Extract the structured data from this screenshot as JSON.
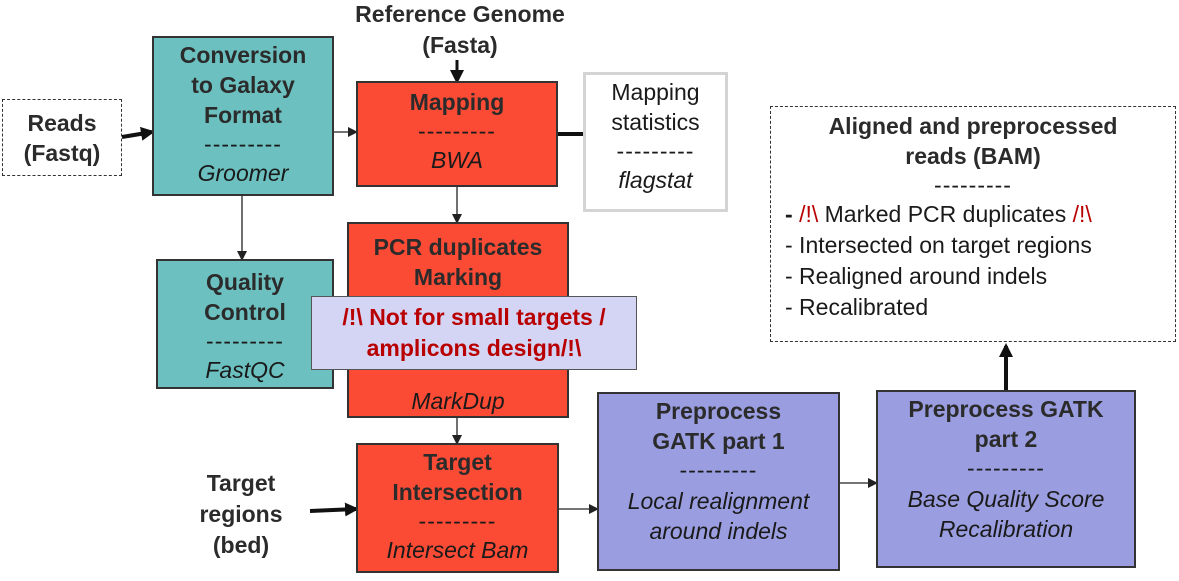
{
  "reads": {
    "title": "Reads",
    "subtitle": "(Fastq)"
  },
  "reference": {
    "title": "Reference Genome",
    "subtitle": "(Fasta)"
  },
  "conversion": {
    "title1": "Conversion",
    "title2": "to Galaxy",
    "title3": "Format",
    "sep": "---------",
    "tool": "Groomer"
  },
  "mapping": {
    "title": "Mapping",
    "sep": "---------",
    "tool": "BWA"
  },
  "stats": {
    "title1": "Mapping",
    "title2": "statistics",
    "sep": "---------",
    "tool": "flagstat"
  },
  "qc": {
    "title1": "Quality",
    "title2": "Control",
    "sep": "---------",
    "tool": "FastQC"
  },
  "pcr": {
    "title1": "PCR duplicates",
    "title2": "Marking",
    "tool": "MarkDup"
  },
  "warning": {
    "line1": "/!\\ Not for small targets /",
    "line2": "amplicons design/!\\"
  },
  "target": {
    "title1": "Target",
    "title2": "Intersection",
    "sep": "---------",
    "tool": "Intersect Bam"
  },
  "target_regions": {
    "line1": "Target",
    "line2": "regions",
    "line3": "(bed)"
  },
  "gatk1": {
    "title1": "Preprocess",
    "title2": "GATK part 1",
    "sep": "---------",
    "desc1": "Local realignment",
    "desc2": "around indels"
  },
  "gatk2": {
    "title1": "Preprocess GATK",
    "title2": "part 2",
    "sep": "---------",
    "desc1": "Base Quality Score",
    "desc2": "Recalibration"
  },
  "output": {
    "title1": "Aligned and preprocessed",
    "title2": "reads  (BAM)",
    "sep": "---------",
    "item1_dash": "- ",
    "item1_mark_start": "/!\\",
    "item1_text": " Marked PCR duplicates ",
    "item1_mark_end": "/!\\",
    "item2": "- Intersected on target regions",
    "item3": "- Realigned around indels",
    "item4": "- Recalibrated"
  },
  "colors": {
    "teal": "#6cc0c0",
    "red": "#fb4b35",
    "purple": "#9a9ee0",
    "warning_bg": "#d4d4f4",
    "warning_text": "#b80000"
  }
}
